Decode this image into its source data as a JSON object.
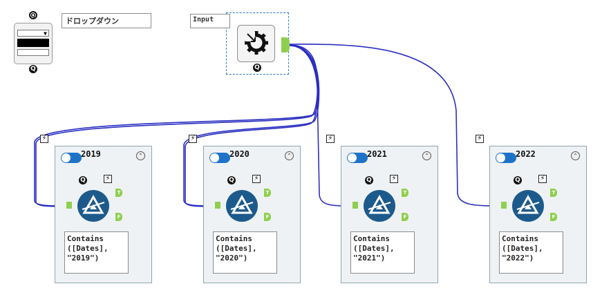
{
  "dropdown_tool": {
    "label": "ドロップダウン"
  },
  "input_tool": {
    "label": "Input"
  },
  "containers": [
    {
      "title": "2019",
      "expression": "Contains\n([Dates],\n\"2019\")"
    },
    {
      "title": "2020",
      "expression": "Contains\n([Dates],\n\"2020\")"
    },
    {
      "title": "2021",
      "expression": "Contains\n([Dates],\n\"2021\")"
    },
    {
      "title": "2022",
      "expression": "Contains\n([Dates],\n\"2022\")"
    }
  ],
  "anchors": {
    "true": "T",
    "false": "F"
  },
  "glyphs": {
    "q": "Q",
    "bolt": "⚡",
    "collapse": "⌃"
  },
  "colors": {
    "wire": "#2b2fc0",
    "container_border": "#8fa5b0",
    "anchor": "#8fcf4f",
    "filter": "#1d5a8c",
    "toggle": "#1e73c8"
  }
}
